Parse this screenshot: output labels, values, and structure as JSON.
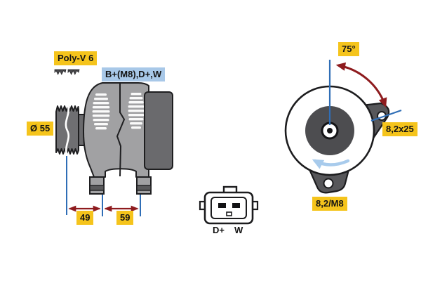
{
  "side_view": {
    "belt_type": "Poly-V 6",
    "terminals": "B+(M8),D+,W",
    "pulley_diameter": "Ø 55",
    "dim_pulley_to_foot": "49",
    "dim_foot_spacing": "59"
  },
  "connector": {
    "pin_left": "D+",
    "pin_right": "W"
  },
  "front_view": {
    "angle": "75°",
    "bolt_hole": "8,2x25",
    "mounting_hole": "8,2/M8"
  },
  "colors": {
    "label_yellow": "#F5C41C",
    "label_blue": "#A8C8E8",
    "dimension_line_blue": "#2F6EB6",
    "arrow_dark_red": "#8E1B1E",
    "rotation_arrow_light_blue": "#A8CBEC",
    "body_gray": "#A1A1A3",
    "rear_housing_gray": "#6A6A6D",
    "lug_gray": "#57575A",
    "outline": "#1E1E20",
    "background": "#FFFFFF"
  }
}
